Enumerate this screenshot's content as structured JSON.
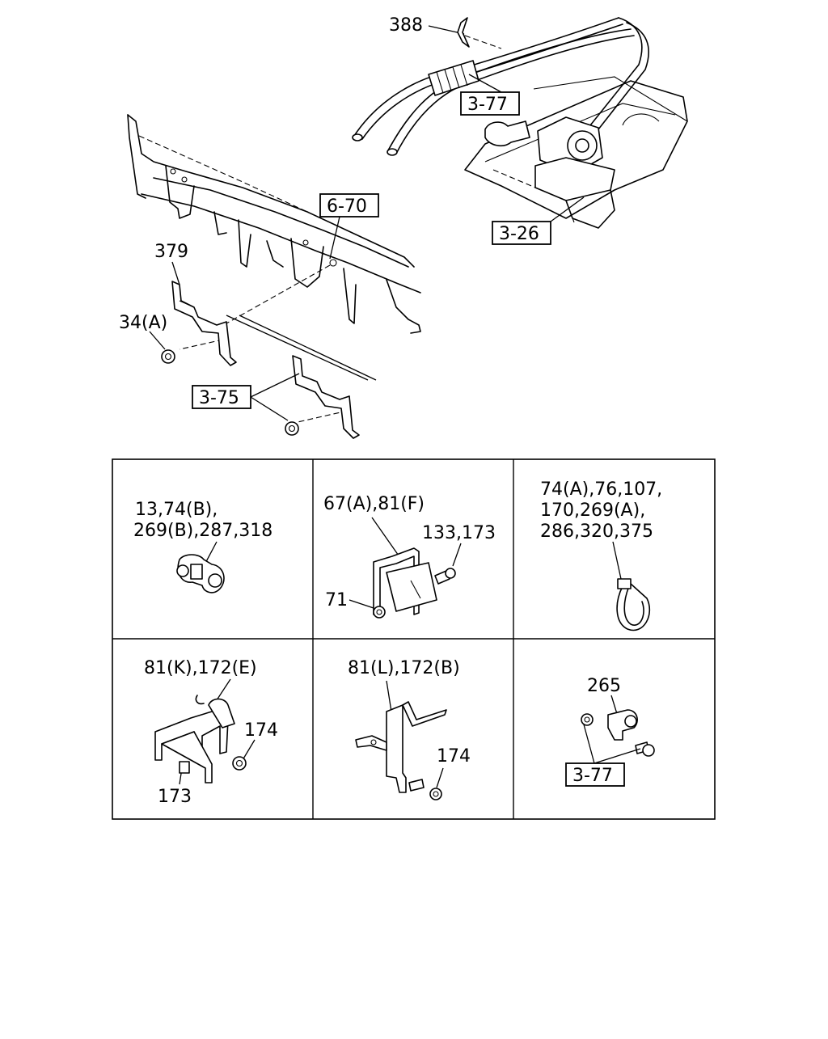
{
  "callouts": {
    "c388": "388",
    "c377_top": "3-77",
    "c670": "6-70",
    "c326": "3-26",
    "c379": "379",
    "c34a": "34(A)",
    "c375": "3-75"
  },
  "cells": {
    "cell1_line1": "13,74(B),",
    "cell1_line2": "269(B),287,318",
    "cell2_a": "67(A),81(F)",
    "cell2_b": "133,173",
    "cell2_c": "71",
    "cell3_line1": "74(A),76,107,",
    "cell3_line2": "170,269(A),",
    "cell3_line3": "286,320,375",
    "cell4_a": "81(K),172(E)",
    "cell4_b": "174",
    "cell4_c": "173",
    "cell5_a": "81(L),172(B)",
    "cell5_b": "174",
    "cell6_a": "265",
    "cell6_b": "3-77"
  }
}
